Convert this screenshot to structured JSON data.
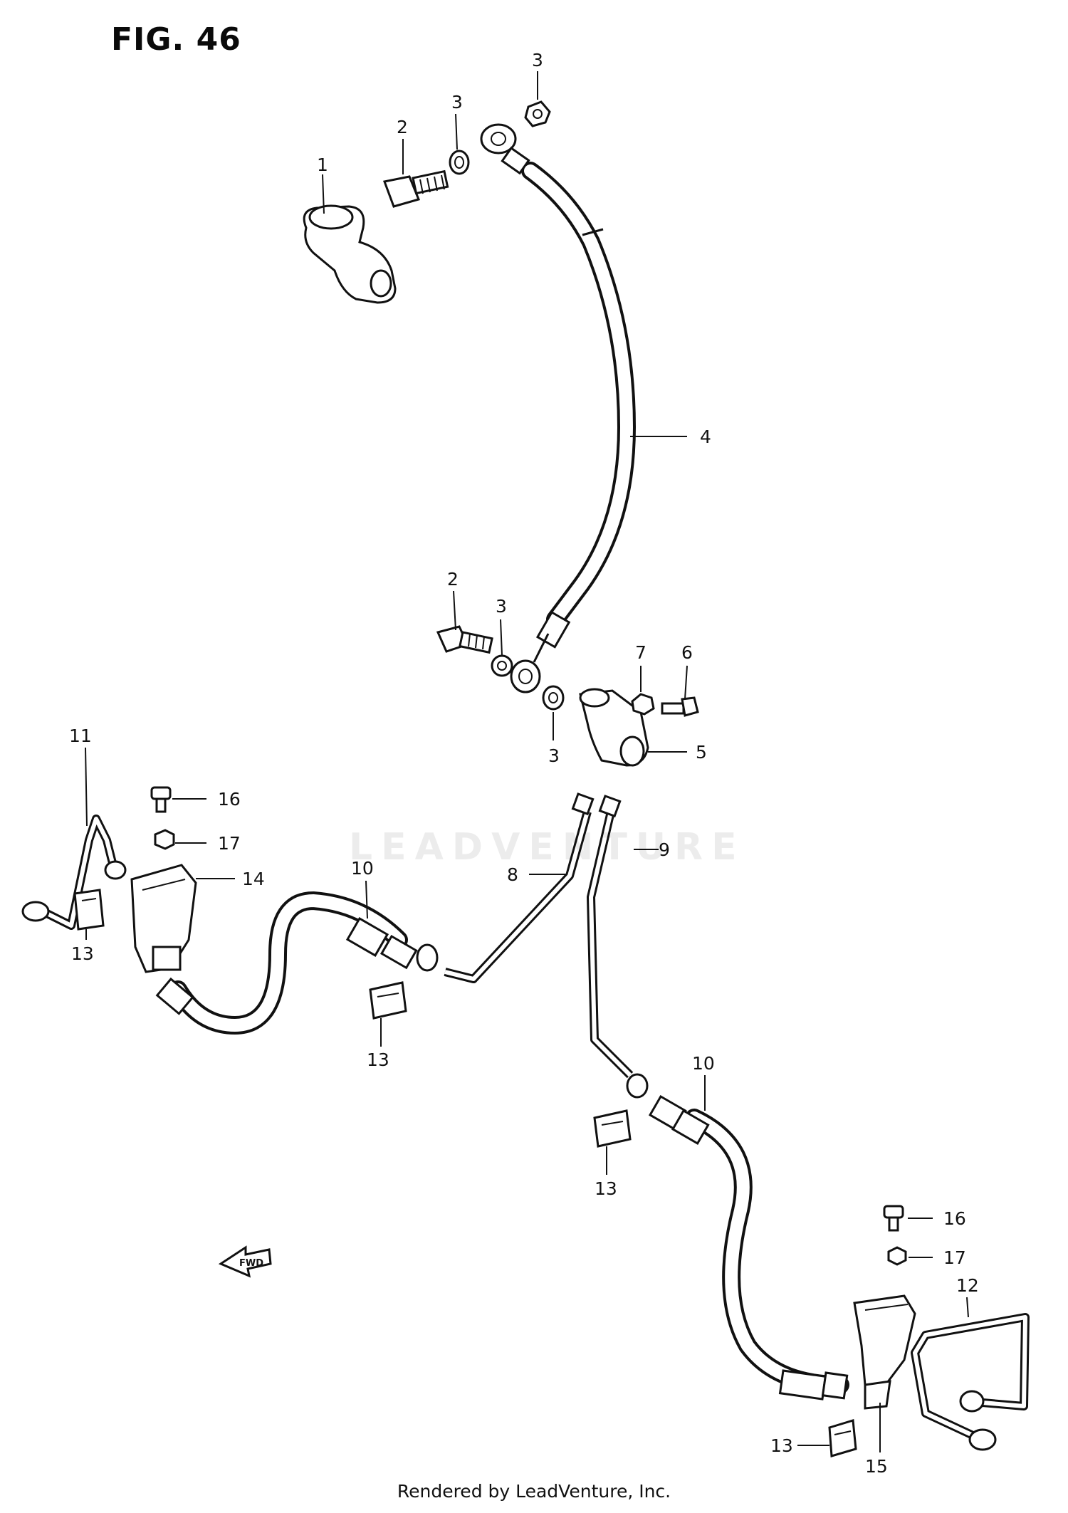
{
  "figure": {
    "title": "FIG. 46",
    "watermark": "LEADVENTURE",
    "footer": "Rendered by LeadVenture, Inc.",
    "arrow_label": "FWD"
  },
  "callouts": {
    "c1": "1",
    "c2a": "2",
    "c3a": "3",
    "c3b": "3",
    "c4": "4",
    "c2b": "2",
    "c3c": "3",
    "c3d": "3",
    "c7": "7",
    "c6": "6",
    "c5": "5",
    "c11": "11",
    "c16a": "16",
    "c17a": "17",
    "c14": "14",
    "c13a": "13",
    "c10a": "10",
    "c8": "8",
    "c9": "9",
    "c13b": "13",
    "c10b": "10",
    "c13c": "13",
    "c16b": "16",
    "c17b": "17",
    "c12": "12",
    "c13d": "13",
    "c15": "15"
  }
}
